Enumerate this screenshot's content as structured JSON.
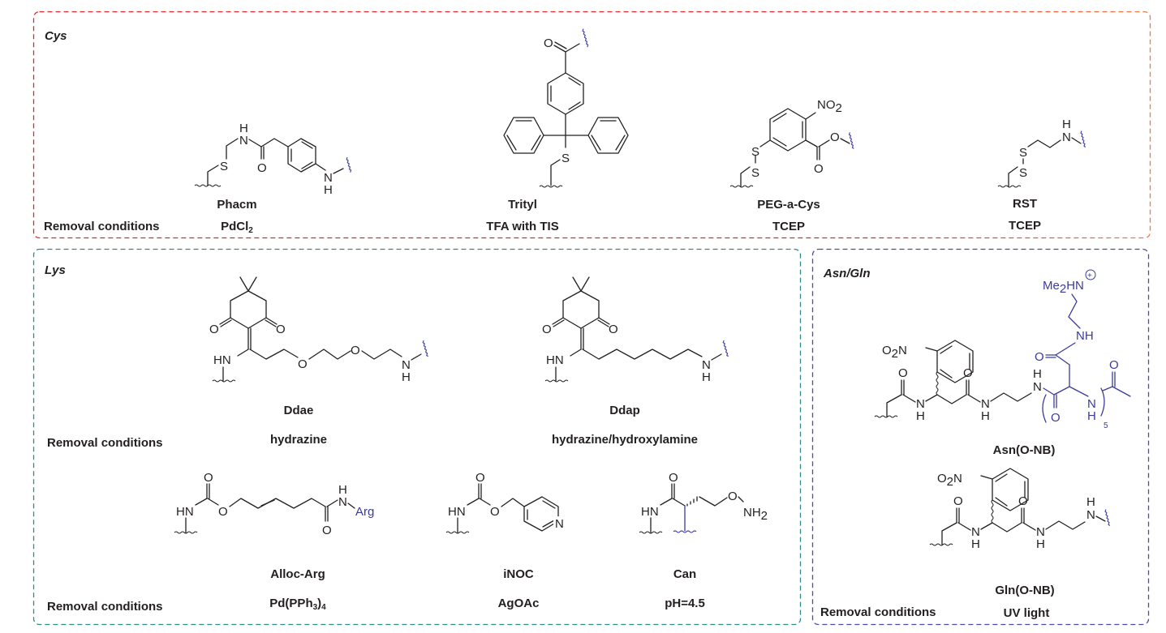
{
  "figure": {
    "removal_label": "Removal conditions",
    "colors": {
      "cys_border_start": "#e0262b",
      "cys_border_end": "#f07a45",
      "lys_border": "#2d8c8a",
      "asn_border": "#4a4aa8",
      "attachment_blue": "#3b3b9a",
      "text": "#231f20"
    }
  },
  "panels": {
    "cys": {
      "title": "Cys",
      "groups": [
        {
          "name": "Phacm",
          "condition": "PdCl",
          "condition_sub": "2"
        },
        {
          "name": "Trityl",
          "condition": "TFA with TIS"
        },
        {
          "name": "PEG-a-Cys",
          "condition": "TCEP"
        },
        {
          "name": "RST",
          "condition": "TCEP"
        }
      ]
    },
    "lys": {
      "title": "Lys",
      "groups": [
        {
          "name": "Ddae",
          "condition": "hydrazine"
        },
        {
          "name": "Ddap",
          "condition": "hydrazine/hydroxylamine"
        },
        {
          "name": "Alloc-Arg",
          "condition": "Pd(PPh",
          "condition_sub": "3",
          "condition_tail": ")",
          "condition_sub2": "4"
        },
        {
          "name": "iNOC",
          "condition": "AgOAc"
        },
        {
          "name": "Can",
          "condition": "pH=4.5"
        }
      ]
    },
    "asn_gln": {
      "title": "Asn/Gln",
      "groups": [
        {
          "name": "Asn(O-NB)"
        },
        {
          "name": "Gln(O-NB)"
        }
      ],
      "condition": "UV light"
    }
  },
  "atoms": {
    "N": "N",
    "H": "H",
    "HN": "HN",
    "NH": "NH",
    "O": "O",
    "S": "S",
    "NO2": "NO",
    "NO2_sub": "2",
    "O2N": "O",
    "O2N_sub": "2",
    "O2N_tail": "N",
    "NH2": "NH",
    "NH2_sub": "2",
    "Arg": "Arg",
    "Me2HN": "Me",
    "Me2HN_sub": "2",
    "Me2HN_tail": "HN",
    "plus": "+",
    "repeat": "5"
  }
}
